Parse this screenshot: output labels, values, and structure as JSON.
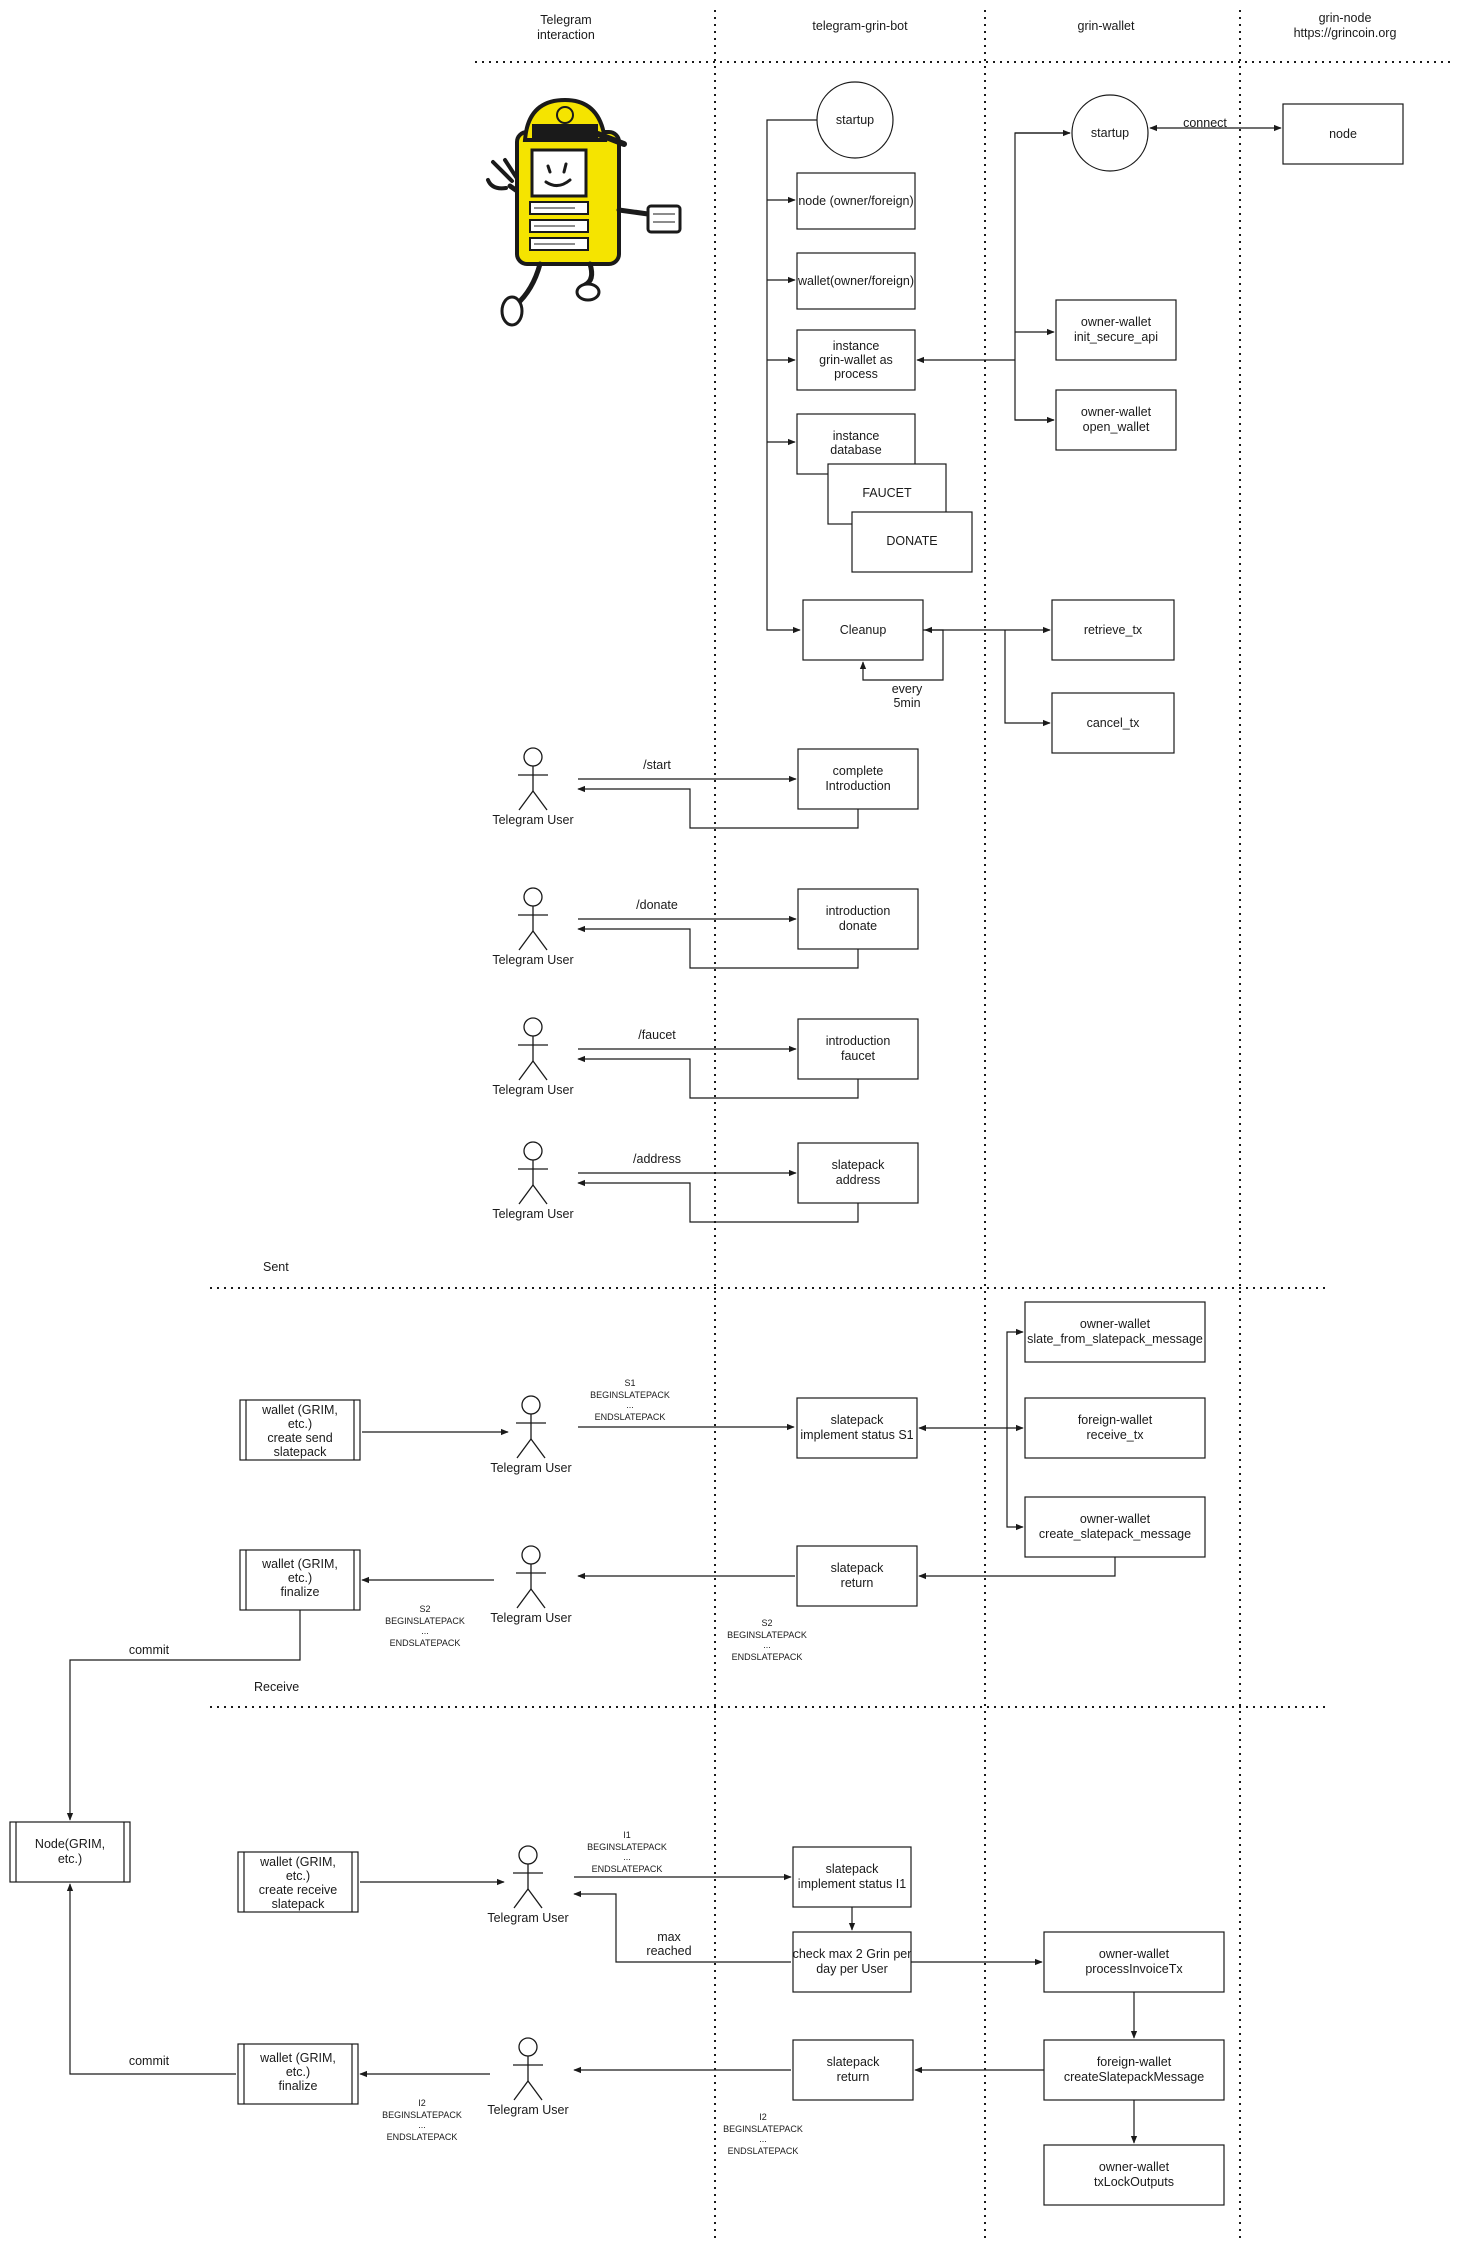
{
  "lanes": {
    "telegram": [
      "Telegram",
      "interaction"
    ],
    "bot": "telegram-grin-bot",
    "wallet": "grin-wallet",
    "node": [
      "grin-node",
      "https://grincoin.org"
    ]
  },
  "startup": {
    "bot_startup": "startup",
    "node_owner_foreign": "node (owner/foreign)",
    "wallet_owner_foreign": "wallet(owner/foreign)",
    "instance_wallet": [
      "instance",
      "grin-wallet as",
      "process"
    ],
    "instance_db": [
      "instance",
      "database"
    ],
    "faucet": "FAUCET",
    "donate": "DONATE",
    "cleanup": "Cleanup",
    "every": [
      "every",
      "5min"
    ],
    "wallet_startup": "startup",
    "connect": "connect",
    "node": "node",
    "init_secure_api": [
      "owner-wallet",
      "init_secure_api"
    ],
    "open_wallet": [
      "owner-wallet",
      "open_wallet"
    ],
    "retrieve_tx": "retrieve_tx",
    "cancel_tx": "cancel_tx"
  },
  "commands": [
    {
      "actor": "Telegram User",
      "cmd": "/start",
      "box": [
        "complete",
        "Introduction"
      ]
    },
    {
      "actor": "Telegram User",
      "cmd": "/donate",
      "box": [
        "introduction",
        "donate"
      ]
    },
    {
      "actor": "Telegram User",
      "cmd": "/faucet",
      "box": [
        "introduction",
        "faucet"
      ]
    },
    {
      "actor": "Telegram User",
      "cmd": "/address",
      "box": [
        "slatepack",
        "address"
      ]
    }
  ],
  "sent": {
    "section": "Sent",
    "wallet_send": [
      "wallet (GRIM,",
      "etc.)",
      "create send",
      "slatepack"
    ],
    "actor1": "Telegram User",
    "s1": [
      "S1",
      "BEGINSLATEPACK",
      "...",
      "ENDSLATEPACK"
    ],
    "implement_s1": [
      "slatepack",
      "implement status S1"
    ],
    "slate_from": [
      "owner-wallet",
      "slate_from_slatepack_message"
    ],
    "receive_tx": [
      "foreign-wallet",
      "receive_tx"
    ],
    "create_msg": [
      "owner-wallet",
      "create_slatepack_message"
    ],
    "return": [
      "slatepack",
      "return"
    ],
    "actor2": "Telegram User",
    "wallet_finalize": [
      "wallet (GRIM,",
      "etc.)",
      "finalize"
    ],
    "s2_left": [
      "S2",
      "BEGINSLATEPACK",
      "...",
      "ENDSLATEPACK"
    ],
    "s2_mid": [
      "S2",
      "BEGINSLATEPACK",
      "...",
      "ENDSLATEPACK"
    ],
    "commit": "commit"
  },
  "receive": {
    "section": "Receive",
    "node": [
      "Node(GRIM,",
      "etc.)"
    ],
    "wallet_receive": [
      "wallet (GRIM,",
      "etc.)",
      "create receive",
      "slatepack"
    ],
    "actor1": "Telegram User",
    "i1": [
      "I1",
      "BEGINSLATEPACK",
      "...",
      "ENDSLATEPACK"
    ],
    "implement_i1": [
      "slatepack",
      "implement status I1"
    ],
    "check_max": [
      "check max 2 Grin per",
      "day per User"
    ],
    "max_reached": [
      "max",
      "reached"
    ],
    "process_invoice": [
      "owner-wallet",
      "processInvoiceTx"
    ],
    "create_msg": [
      "foreign-wallet",
      "createSlatepackMessage"
    ],
    "lock_outputs": [
      "owner-wallet",
      "txLockOutputs"
    ],
    "return": [
      "slatepack",
      "return"
    ],
    "actor2": "Telegram User",
    "wallet_finalize": [
      "wallet (GRIM,",
      "etc.)",
      "finalize"
    ],
    "i2_left": [
      "I2",
      "BEGINSLATEPACK",
      "...",
      "ENDSLATEPACK"
    ],
    "i2_mid": [
      "I2",
      "BEGINSLATEPACK",
      "...",
      "ENDSLATEPACK"
    ],
    "commit": "commit"
  },
  "colors": {
    "ink": "#1a1a1a",
    "mascot_yellow": "#f5e400",
    "background": "#ffffff"
  }
}
